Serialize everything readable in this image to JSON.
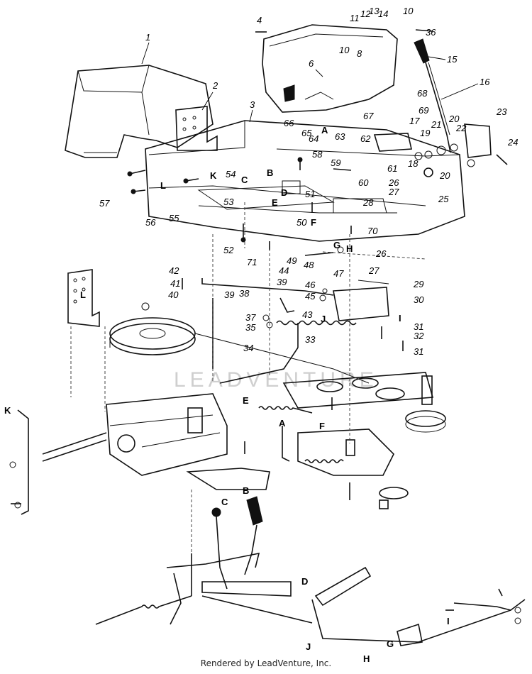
{
  "footer": {
    "credit": "Rendered by LeadVenture, Inc."
  },
  "watermark": {
    "text": "LEADVENTURE"
  },
  "callouts": [
    "1",
    "2",
    "3",
    "4",
    "6",
    "8",
    "10",
    "10",
    "11",
    "12",
    "13",
    "14",
    "15",
    "16",
    "17",
    "18",
    "19",
    "20",
    "20",
    "21",
    "22",
    "23",
    "24",
    "25",
    "26",
    "26",
    "27",
    "27",
    "28",
    "29",
    "30",
    "31",
    "31",
    "32",
    "33",
    "34",
    "35",
    "36",
    "37",
    "38",
    "39",
    "39",
    "40",
    "41",
    "42",
    "43",
    "44",
    "45",
    "46",
    "47",
    "48",
    "49",
    "50",
    "51",
    "52",
    "53",
    "54",
    "55",
    "56",
    "57",
    "58",
    "59",
    "60",
    "61",
    "62",
    "63",
    "64",
    "65",
    "66",
    "67",
    "68",
    "69",
    "70",
    "71"
  ],
  "letters": [
    "A",
    "B",
    "C",
    "D",
    "E",
    "F",
    "G",
    "H",
    "I",
    "J",
    "K",
    "L",
    "L",
    "K",
    "E",
    "A",
    "F",
    "C",
    "B",
    "D",
    "I",
    "J",
    "G",
    "H",
    "G",
    "H",
    "I",
    "J"
  ]
}
